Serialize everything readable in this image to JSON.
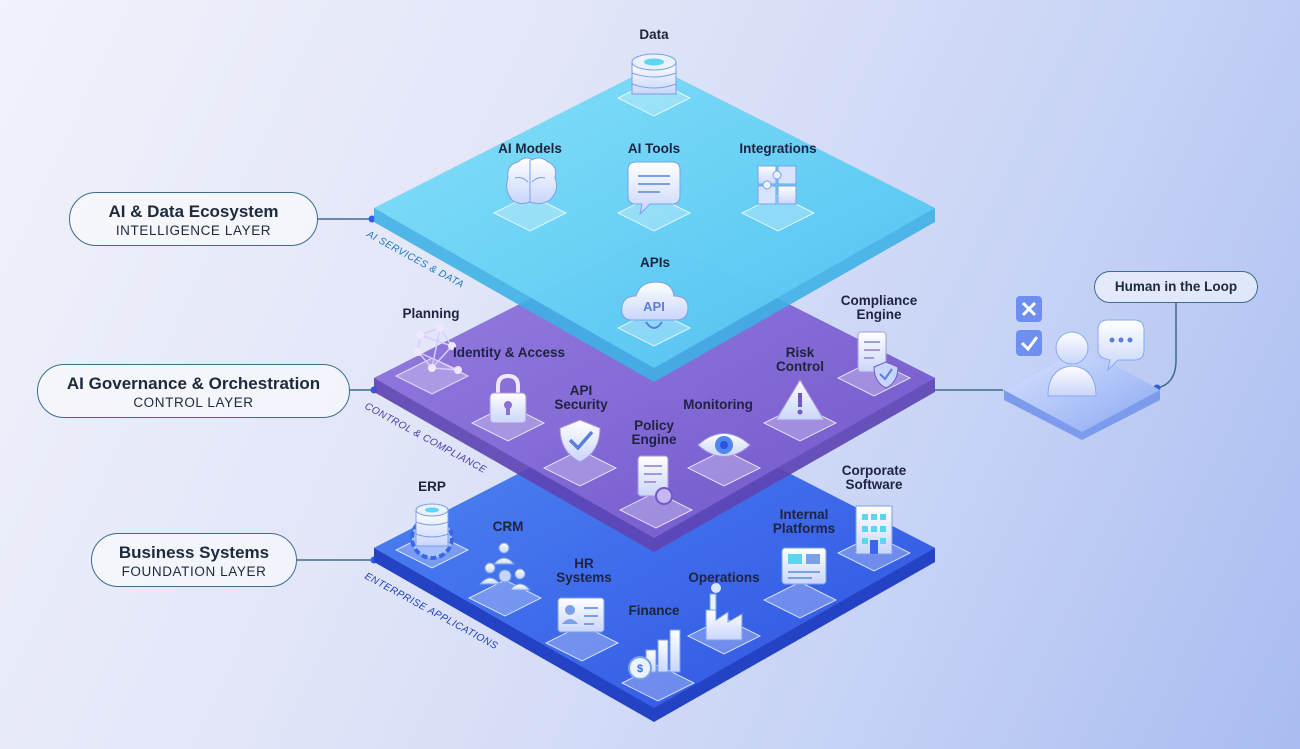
{
  "layers": [
    {
      "title": "AI & Data Ecosystem",
      "subtitle": "INTELLIGENCE LAYER",
      "edge_label": "AI SERVICES & DATA"
    },
    {
      "title": "AI Governance & Orchestration",
      "subtitle": "CONTROL LAYER",
      "edge_label": "CONTROL & COMPLIANCE"
    },
    {
      "title": "Business Systems",
      "subtitle": "FOUNDATION LAYER",
      "edge_label": "ENTERPRISE APPLICATIONS"
    }
  ],
  "top_items": [
    "Data",
    "AI Models",
    "AI Tools",
    "Integrations",
    "APIs"
  ],
  "mid_items": [
    "Planning",
    "Identity & Access",
    "API Security",
    "Policy Engine",
    "Monitoring",
    "Risk Control",
    "Compliance Engine"
  ],
  "bottom_items": [
    "ERP",
    "CRM",
    "HR Systems",
    "Finance",
    "Operations",
    "Internal Platforms",
    "Corporate Software"
  ],
  "human": {
    "label": "Human in the Loop"
  },
  "icons": [
    "database-icon",
    "brain-icon",
    "chat-icon",
    "puzzle-icon",
    "api-cloud-icon",
    "network-icon",
    "lock-icon",
    "shield-check-icon",
    "document-gear-icon",
    "eye-icon",
    "warning-icon",
    "checklist-shield-icon",
    "server-gear-icon",
    "people-gear-icon",
    "id-card-icon",
    "coin-chart-icon",
    "factory-icon",
    "dashboard-icon",
    "building-icon",
    "person-icon",
    "speech-bubble-icon",
    "approve-icon",
    "reject-icon"
  ],
  "colors": {
    "top_plate": "#63d3f7",
    "mid_plate": "#8a6fd6",
    "bottom_plate": "#3a67ea",
    "outline": "#3d6d8c"
  }
}
